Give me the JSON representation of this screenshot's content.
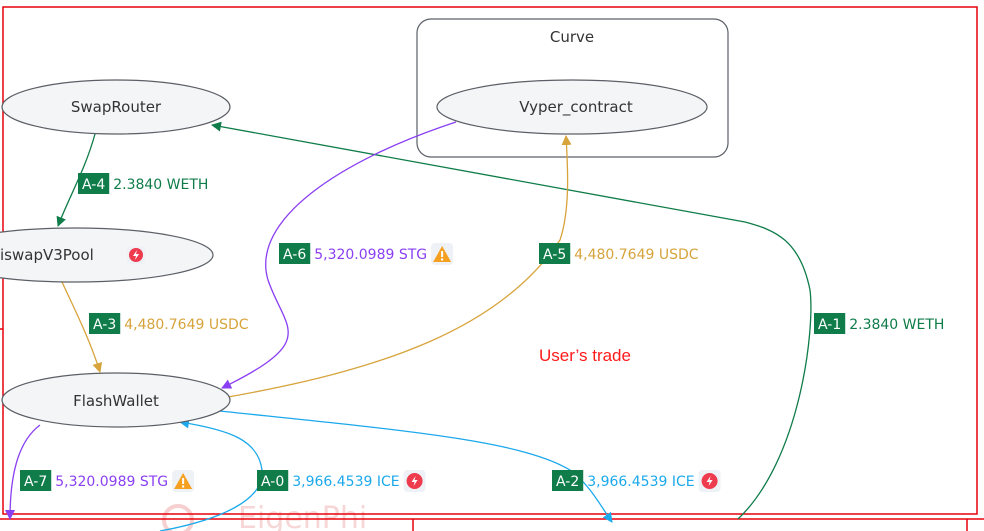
{
  "colors": {
    "green": "#0f7c4a",
    "purple": "#8a3ff2",
    "gold": "#d7a33b",
    "blue": "#1ba9ec",
    "red_frame": "#e8000b",
    "node_fill": "#f4f5f7",
    "node_stroke": "#5b5f66",
    "danger_badge": "#ef3b4e",
    "warning_badge": "#f5a021"
  },
  "cluster": {
    "label": "Curve"
  },
  "frame": {
    "label": "User’s trade"
  },
  "watermark": {
    "text": "EigenPhi"
  },
  "nodes": {
    "swaprouter": "SwapRouter",
    "vyper": "Vyper_contract",
    "uniswap": "iswapV3Pool",
    "flashwallet": "FlashWallet"
  },
  "edges": [
    {
      "id": "A-4",
      "amount": "2.3840 WETH",
      "color_key": "green"
    },
    {
      "id": "A-6",
      "amount": "5,320.0989 STG",
      "color_key": "purple",
      "badge": "warning-icon"
    },
    {
      "id": "A-5",
      "amount": "4,480.7649 USDC",
      "color_key": "gold"
    },
    {
      "id": "A-3",
      "amount": "4,480.7649 USDC",
      "color_key": "gold"
    },
    {
      "id": "A-1",
      "amount": "2.3840 WETH",
      "color_key": "green"
    },
    {
      "id": "A-7",
      "amount": "5,320.0989 STG",
      "color_key": "purple",
      "badge": "warning-icon"
    },
    {
      "id": "A-0",
      "amount": "3,966.4539 ICE",
      "color_key": "blue",
      "badge": "lightning-icon"
    },
    {
      "id": "A-2",
      "amount": "3,966.4539 ICE",
      "color_key": "blue",
      "badge": "lightning-icon"
    }
  ]
}
